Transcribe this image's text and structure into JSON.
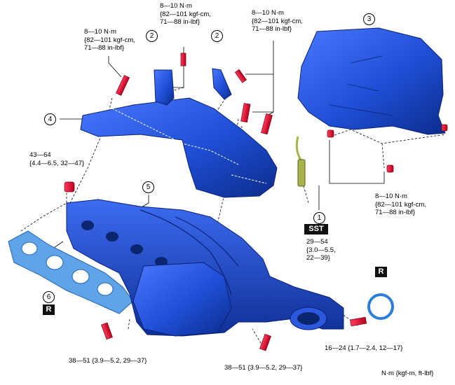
{
  "diagram": {
    "torque_labels": [
      {
        "id": "t1",
        "lines": [
          "8—10 N·m",
          "{82—101 kgf-cm,",
          "71—88 in-lbf}"
        ]
      },
      {
        "id": "t2",
        "lines": [
          "8—10 N·m",
          "{82—101 kgf-cm,",
          "71—88 in-lbf}"
        ]
      },
      {
        "id": "t3",
        "lines": [
          "8—10 N·m",
          "{82—101 kgf-cm,",
          "71—88 in-lbf}"
        ]
      },
      {
        "id": "t4",
        "lines": [
          "43—64",
          "{4.4—6.5, 32—47}"
        ]
      },
      {
        "id": "t5",
        "lines": [
          "8—10 N·m",
          "{82—101 kgf-cm,",
          "71—88 in-lbf}"
        ]
      },
      {
        "id": "t6",
        "lines": [
          "29—54",
          "{3.0—5.5,",
          "22—39}"
        ]
      },
      {
        "id": "t7",
        "lines": [
          "38—51 {3.9—5.2, 29—37}"
        ]
      },
      {
        "id": "t8",
        "lines": [
          "38—51 {3.9—5.2, 29—37}"
        ]
      },
      {
        "id": "t9",
        "lines": [
          "16—24 {1.7—2.4, 12—17}"
        ]
      }
    ],
    "callouts": [
      "1",
      "2",
      "2",
      "3",
      "4",
      "5",
      "6"
    ],
    "badges": {
      "sst": "SST",
      "r1": "R",
      "r2": "R"
    },
    "units_note": "N·m {kgf-m, ft-lbf}",
    "colors": {
      "part_blue": "#1f4fd6",
      "part_dark": "#0c2c8c",
      "bolt_red": "#e0002a",
      "sensor_green": "#a8b24a"
    }
  }
}
